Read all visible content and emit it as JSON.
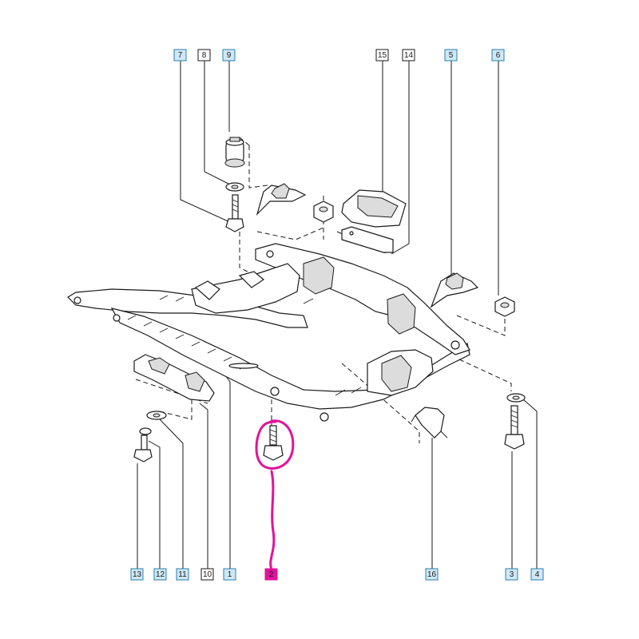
{
  "colors": {
    "blue_box_fill": "#cfe8f5",
    "blue_box_stroke": "#2a7fb0",
    "plain_box_fill": "#ffffff",
    "plain_box_stroke": "#1a1a1a",
    "highlight": "#e0149a",
    "selected_box_fill": "#e0149a"
  },
  "callouts": [
    {
      "id": "c7",
      "label": "7",
      "style": "blue"
    },
    {
      "id": "c8",
      "label": "8",
      "style": "plain"
    },
    {
      "id": "c9",
      "label": "9",
      "style": "blue"
    },
    {
      "id": "c15",
      "label": "15",
      "style": "plain"
    },
    {
      "id": "c14",
      "label": "14",
      "style": "plain"
    },
    {
      "id": "c5",
      "label": "5",
      "style": "blue"
    },
    {
      "id": "c6",
      "label": "6",
      "style": "blue"
    },
    {
      "id": "c13",
      "label": "13",
      "style": "blue"
    },
    {
      "id": "c12",
      "label": "12",
      "style": "blue"
    },
    {
      "id": "c11",
      "label": "11",
      "style": "blue"
    },
    {
      "id": "c10",
      "label": "10",
      "style": "plain"
    },
    {
      "id": "c1",
      "label": "1",
      "style": "blue"
    },
    {
      "id": "c2",
      "label": "2",
      "style": "selected"
    },
    {
      "id": "c16",
      "label": "16",
      "style": "blue"
    },
    {
      "id": "c3",
      "label": "3",
      "style": "blue"
    },
    {
      "id": "c4",
      "label": "4",
      "style": "blue"
    }
  ]
}
